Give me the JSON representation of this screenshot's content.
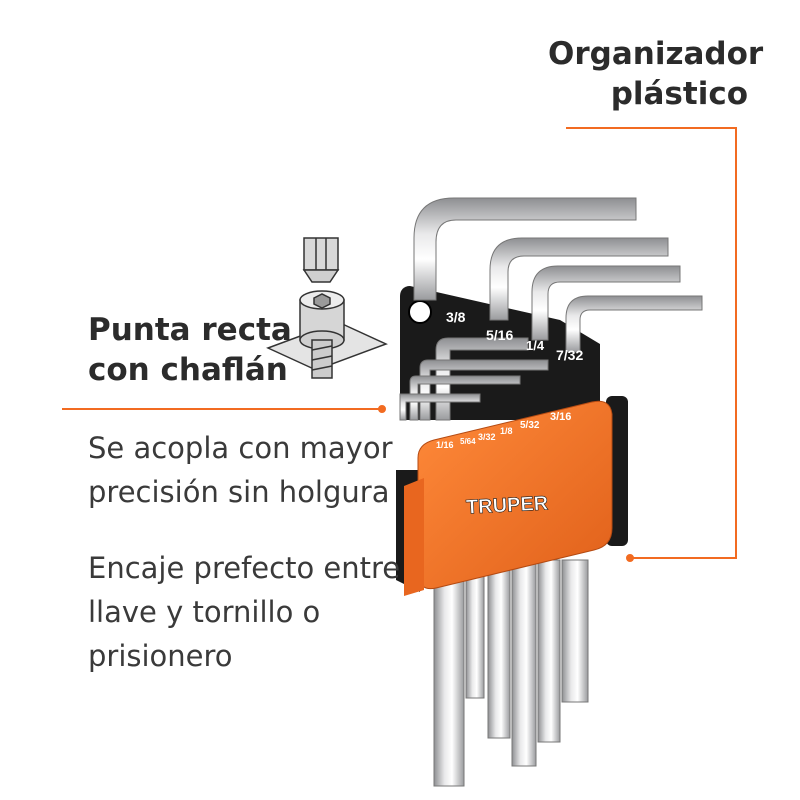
{
  "callouts": {
    "organizer": {
      "lines": [
        "Organizador",
        "plástico"
      ]
    },
    "tip": {
      "lines": [
        "Punta recta",
        "con chaflán"
      ]
    }
  },
  "descriptions": [
    {
      "lines": [
        "Se acopla con mayor",
        "precisión sin holgura"
      ]
    },
    {
      "lines": [
        "Encaje prefecto entre",
        "llave y tornillo o",
        "prisionero"
      ]
    }
  ],
  "holder": {
    "brand": "TRUPER",
    "top_sizes": [
      "3/8",
      "5/16",
      "1/4",
      "7/32"
    ],
    "bottom_sizes": [
      "1/16",
      "5/64",
      "3/32",
      "1/8",
      "5/32",
      "3/16"
    ]
  },
  "colors": {
    "accent": "#f26b21",
    "holder_orange": "#f47a2a",
    "holder_black": "#1a1a1a",
    "steel": "#c9cacc"
  },
  "icons": [
    "hex-socket-screw-icon"
  ]
}
